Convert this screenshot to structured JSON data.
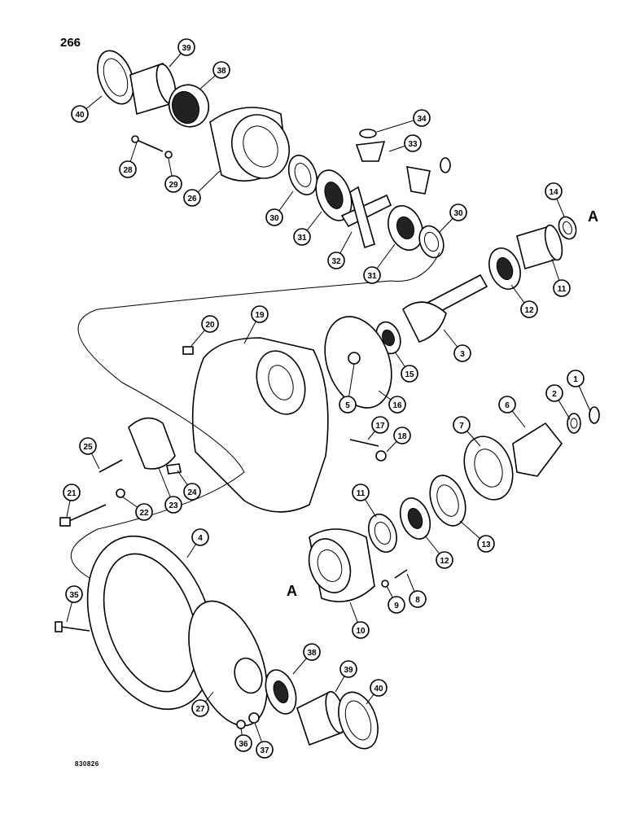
{
  "page_number": "266",
  "figure_code": "830826",
  "reference_mark": "A",
  "callouts": [
    {
      "label": "1"
    },
    {
      "label": "2"
    },
    {
      "label": "3"
    },
    {
      "label": "4"
    },
    {
      "label": "5"
    },
    {
      "label": "6"
    },
    {
      "label": "7"
    },
    {
      "label": "8"
    },
    {
      "label": "9"
    },
    {
      "label": "10"
    },
    {
      "label": "11"
    },
    {
      "label": "11"
    },
    {
      "label": "12"
    },
    {
      "label": "12"
    },
    {
      "label": "13"
    },
    {
      "label": "14"
    },
    {
      "label": "15"
    },
    {
      "label": "16"
    },
    {
      "label": "17"
    },
    {
      "label": "18"
    },
    {
      "label": "19"
    },
    {
      "label": "20"
    },
    {
      "label": "21"
    },
    {
      "label": "22"
    },
    {
      "label": "23"
    },
    {
      "label": "24"
    },
    {
      "label": "25"
    },
    {
      "label": "26"
    },
    {
      "label": "27"
    },
    {
      "label": "28"
    },
    {
      "label": "29"
    },
    {
      "label": "30"
    },
    {
      "label": "30"
    },
    {
      "label": "31"
    },
    {
      "label": "31"
    },
    {
      "label": "32"
    },
    {
      "label": "33"
    },
    {
      "label": "34"
    },
    {
      "label": "35"
    },
    {
      "label": "36"
    },
    {
      "label": "37"
    },
    {
      "label": "38"
    },
    {
      "label": "38"
    },
    {
      "label": "39"
    },
    {
      "label": "39"
    },
    {
      "label": "40"
    },
    {
      "label": "40"
    }
  ]
}
